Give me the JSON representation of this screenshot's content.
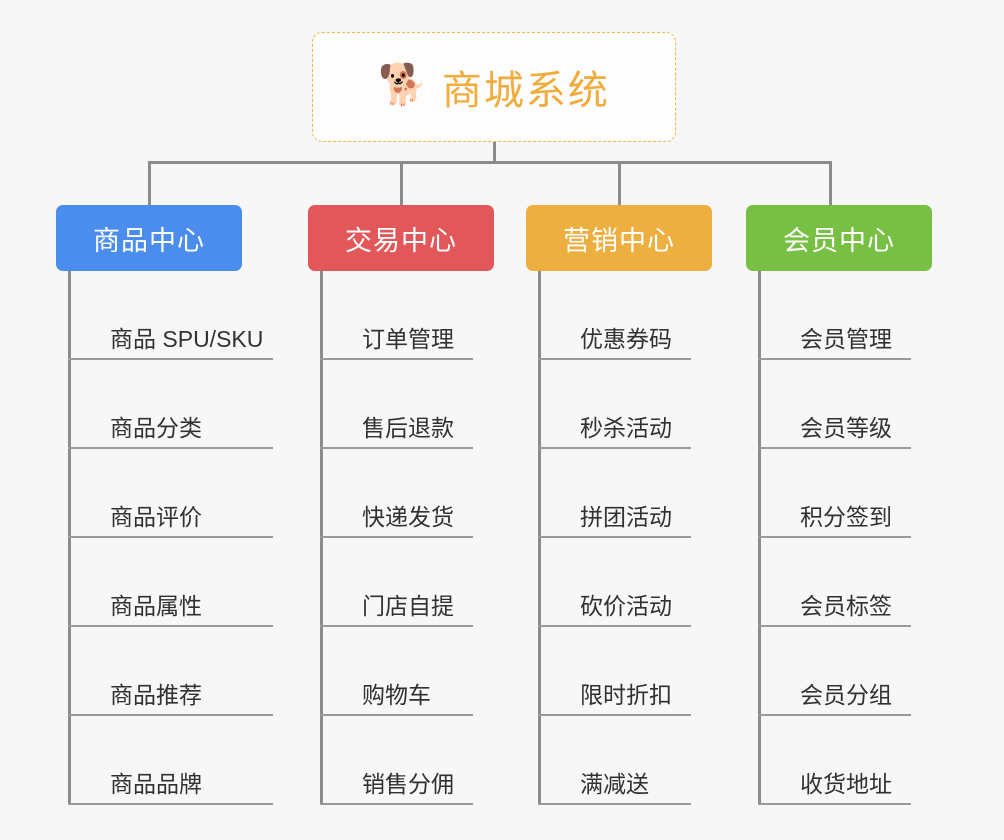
{
  "diagram": {
    "type": "org-chart",
    "background_color": "#f7f7f7",
    "root": {
      "icon": "shiba-dog-icon",
      "icon_glyph": "🐕",
      "title": "商城系统",
      "title_color": "#f0ac3c",
      "border_color": "#f0b64a",
      "border_style": "dashed",
      "background_color": "#fdfdfd"
    },
    "connector_color": "#8c8c8c",
    "branches": [
      {
        "label": "商品中心",
        "color": "#4a8ded",
        "items": [
          "商品 SPU/SKU",
          "商品分类",
          "商品评价",
          "商品属性",
          "商品推荐",
          "商品品牌"
        ]
      },
      {
        "label": "交易中心",
        "color": "#e2585a",
        "items": [
          "订单管理",
          "售后退款",
          "快递发货",
          "门店自提",
          "购物车",
          "销售分佣"
        ]
      },
      {
        "label": "营销中心",
        "color": "#edaf40",
        "items": [
          "优惠券码",
          "秒杀活动",
          "拼团活动",
          "砍价活动",
          "限时折扣",
          "满减送"
        ]
      },
      {
        "label": "会员中心",
        "color": "#77c044",
        "items": [
          "会员管理",
          "会员等级",
          "积分签到",
          "会员标签",
          "会员分组",
          "收货地址"
        ]
      }
    ]
  }
}
